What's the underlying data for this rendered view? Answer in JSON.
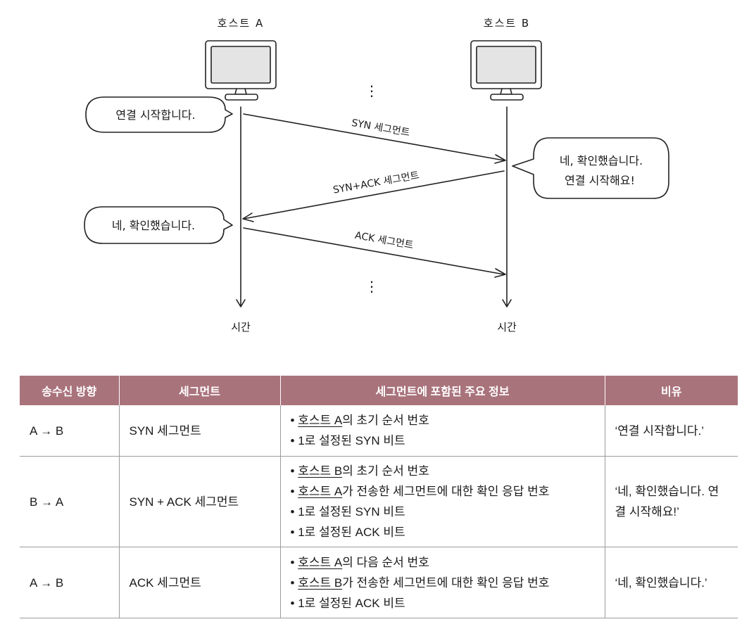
{
  "diagram": {
    "host_a": {
      "label": "호스트 A",
      "timeline_label": "시간"
    },
    "host_b": {
      "label": "호스트 B",
      "timeline_label": "시간"
    },
    "ellipsis": "⋮",
    "messages": [
      {
        "label": "SYN 세그먼트",
        "from": "A",
        "to": "B"
      },
      {
        "label": "SYN+ACK 세그먼트",
        "from": "B",
        "to": "A"
      },
      {
        "label": "ACK 세그먼트",
        "from": "A",
        "to": "B"
      }
    ],
    "bubbles": {
      "a1": [
        "연결 시작합니다."
      ],
      "b1": [
        "네, 확인했습니다.",
        "연결 시작해요!"
      ],
      "a2": [
        "네, 확인했습니다."
      ]
    }
  },
  "table": {
    "headers": [
      "송수신 방향",
      "세그먼트",
      "세그먼트에 포함된 주요 정보",
      "비유"
    ],
    "rows": [
      {
        "direction": "A → B",
        "segment": "SYN 세그먼트",
        "info": [
          {
            "u": "호스트 A",
            "rest": "의 초기 순서 번호"
          },
          {
            "u": "",
            "rest": "1로 설정된 SYN 비트"
          }
        ],
        "metaphor": "‘연결 시작합니다.’"
      },
      {
        "direction": "B → A",
        "segment": "SYN + ACK 세그먼트",
        "info": [
          {
            "u": "호스트 B",
            "rest": "의 초기 순서 번호"
          },
          {
            "u": "호스트 A",
            "rest": "가 전송한 세그먼트에 대한 확인 응답 번호"
          },
          {
            "u": "",
            "rest": "1로 설정된 SYN 비트"
          },
          {
            "u": "",
            "rest": "1로 설정된 ACK 비트"
          }
        ],
        "metaphor": "‘네, 확인했습니다. 연결 시작해요!’"
      },
      {
        "direction": "A → B",
        "segment": "ACK 세그먼트",
        "info": [
          {
            "u": "호스트 A",
            "rest": "의 다음 순서 번호"
          },
          {
            "u": "호스트 B",
            "rest": "가 전송한 세그먼트에 대한 확인 응답 번호"
          },
          {
            "u": "",
            "rest": "1로 설정된 ACK 비트"
          }
        ],
        "metaphor": "‘네, 확인했습니다.’"
      }
    ]
  }
}
